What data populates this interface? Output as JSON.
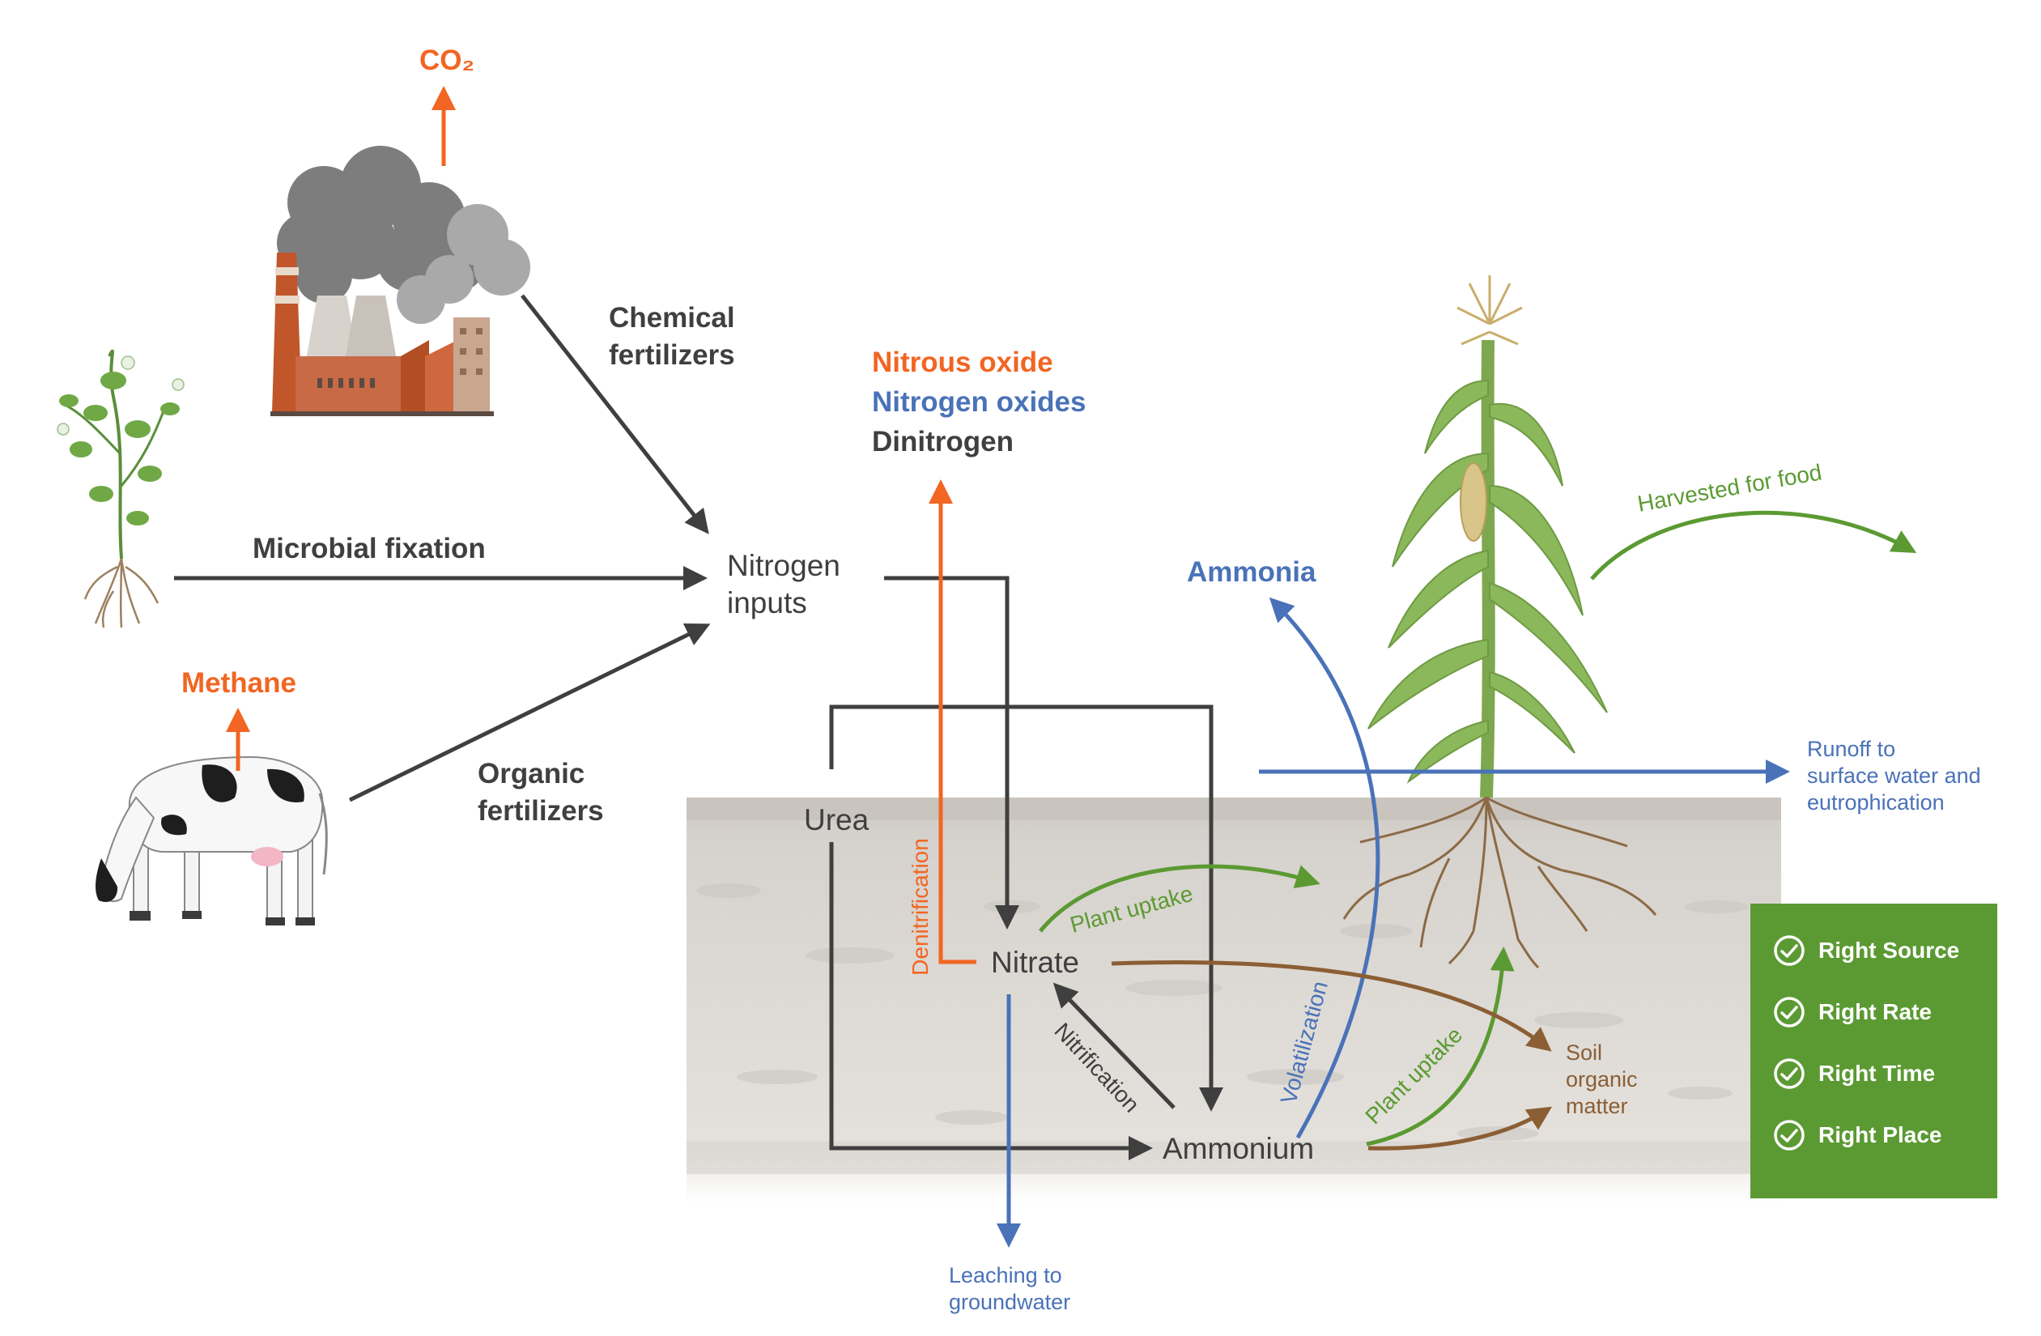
{
  "labels": {
    "co2": "CO₂",
    "chemical_fertilizers": "Chemical\nfertilizers",
    "microbial_fixation": "Microbial fixation",
    "methane": "Methane",
    "organic_fertilizers": "Organic\nfertilizers",
    "nitrogen_inputs": "Nitrogen\ninputs",
    "nitrous_oxide": "Nitrous oxide",
    "nitrogen_oxides": "Nitrogen oxides",
    "dinitrogen": "Dinitrogen",
    "ammonia": "Ammonia",
    "harvested_for_food": "Harvested for food",
    "runoff": "Runoff to\nsurface water and\neutrophication",
    "urea": "Urea",
    "denitrification": "Denitrification",
    "plant_uptake": "Plant uptake",
    "nitrate": "Nitrate",
    "nitrification": "Nitrification",
    "volatilization": "Volatilization",
    "soil_organic_matter": "Soil\norganic\nmatter",
    "ammonium": "Ammonium",
    "leaching": "Leaching to\ngroundwater"
  },
  "practices": {
    "items": [
      "Right Source",
      "Right Rate",
      "Right Time",
      "Right Place"
    ]
  },
  "colors": {
    "orange": "#f26522",
    "blue": "#4a72b8",
    "green": "#5b9a32",
    "brown": "#8b5e34",
    "dark": "#3f3f3f",
    "practices_bg": "#5b9a32",
    "soil": "#dedad5"
  },
  "icons": [
    "factory-icon",
    "pea-plant-icon",
    "cow-icon",
    "corn-plant-icon",
    "check-circle-icon"
  ]
}
